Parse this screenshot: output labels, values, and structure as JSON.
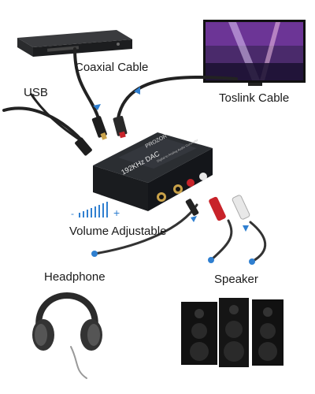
{
  "labels": {
    "coaxial": "Coaxial Cable",
    "toslink": "Toslink Cable",
    "usb": "USB",
    "volume": "Volume Adjustable",
    "volume_minus": "-",
    "volume_plus": "+",
    "headphone": "Headphone",
    "speaker": "Speaker"
  },
  "device": {
    "brand": "PROZOR",
    "model": "192KHz DAC",
    "subtitle": "Digital to Analog Audio Converter"
  },
  "colors": {
    "accent_blue": "#2f7fd0",
    "device_body": "#1d1f22",
    "rca_red": "#c8232a",
    "rca_white": "#e8e8e8",
    "gold": "#c9a24a"
  },
  "icons": [
    "dvd-player-icon",
    "tv-icon",
    "dac-device-icon",
    "headphones-icon",
    "speaker-icon",
    "volume-bars-icon"
  ]
}
